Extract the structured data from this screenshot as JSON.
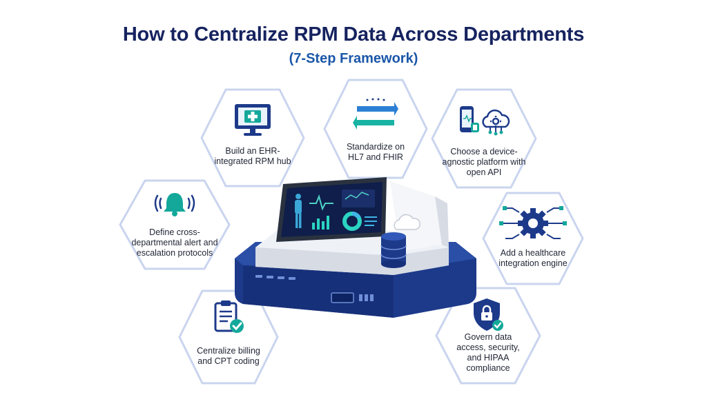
{
  "header": {
    "title": "How to Centralize RPM Data Across Departments",
    "subtitle": "(7-Step Framework)"
  },
  "steps": [
    {
      "label": "Build an EHR-integrated RPM hub",
      "icon": "monitor-medical-cross-icon"
    },
    {
      "label": "Standardize on HL7 and FHIR",
      "icon": "exchange-arrows-icon"
    },
    {
      "label": "Choose a device-agnostic platform with open API",
      "icon": "device-cloud-icon"
    },
    {
      "label": "Define cross-departmental alert and escalation protocols",
      "icon": "alert-bell-icon"
    },
    {
      "label": "Add a healthcare integration engine",
      "icon": "integration-gear-icon"
    },
    {
      "label": "Centralize billing and CPT coding",
      "icon": "clipboard-check-icon"
    },
    {
      "label": "Govern data access, security, and HIPAA compliance",
      "icon": "shield-lock-icon"
    }
  ],
  "colors": {
    "title": "#16235f",
    "subtitle": "#1a57a8",
    "navy": "#1d3a8a",
    "teal": "#14a89b",
    "hex_border": "#c9d4ee"
  }
}
